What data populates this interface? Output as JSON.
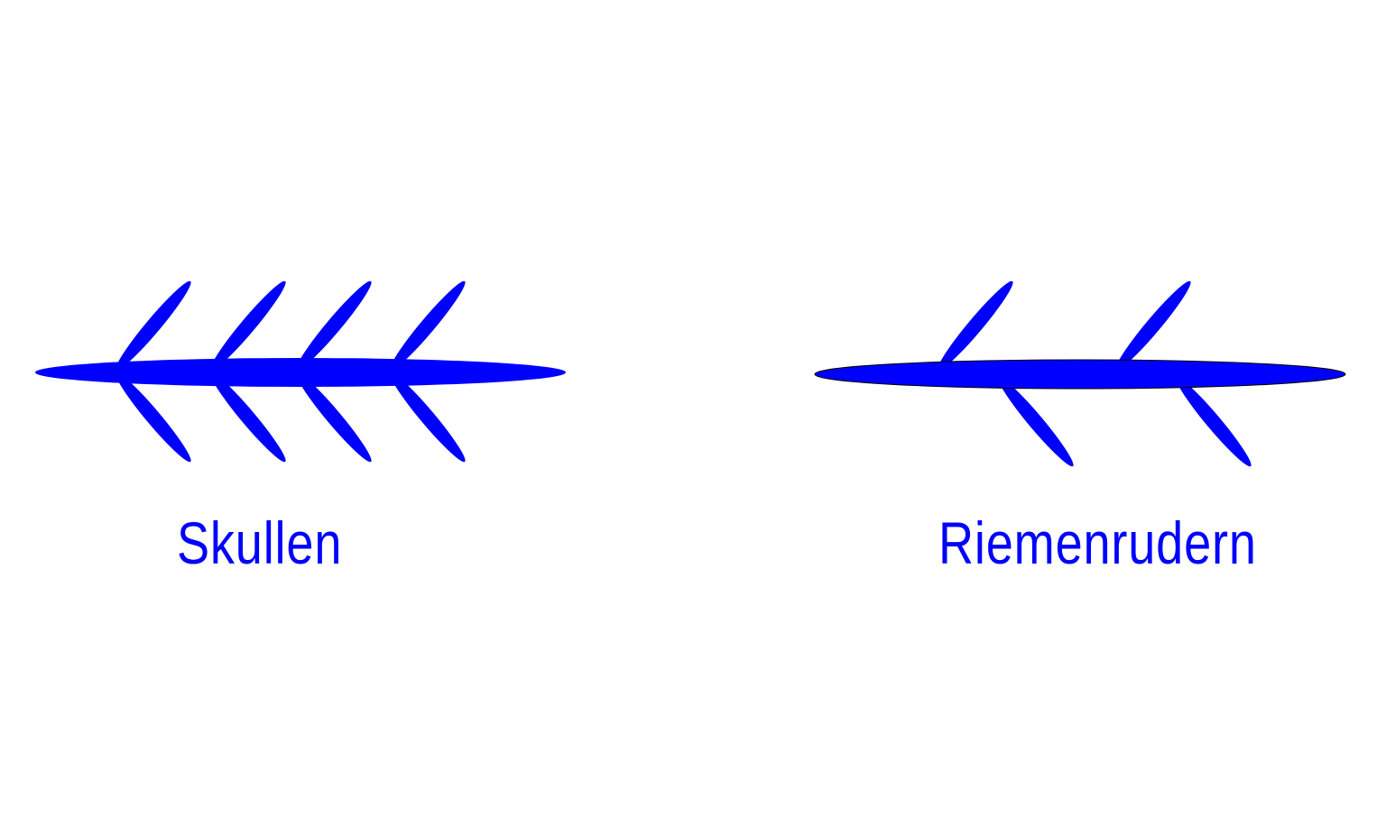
{
  "colors": {
    "accent": "#0000ff",
    "background": "#ffffff"
  },
  "diagrams": [
    {
      "label": "Skullen",
      "oars": [
        {
          "side": "top",
          "count": 4
        },
        {
          "side": "bottom",
          "count": 4
        }
      ]
    },
    {
      "label": "Riemenrudern",
      "oars": [
        {
          "side": "top",
          "count": 2
        },
        {
          "side": "bottom",
          "count": 2
        }
      ]
    }
  ]
}
